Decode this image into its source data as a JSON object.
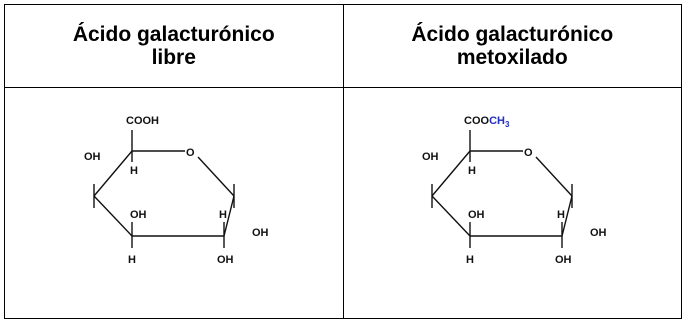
{
  "table": {
    "headers": [
      {
        "line1": "Ácido galacturónico",
        "line2": "libre"
      },
      {
        "line1": "Ácido galacturónico",
        "line2": "metoxilado"
      }
    ]
  },
  "structures": [
    {
      "substituent": {
        "prefix": "COOH",
        "ch": "",
        "sub": ""
      },
      "atoms": {
        "ring_o": "O",
        "oh_left": "OH",
        "h_c5": "H",
        "oh_c3": "OH",
        "h_c2": "H",
        "oh_right": "OH",
        "h_bottom": "H",
        "oh_bottom": "OH"
      }
    },
    {
      "substituent": {
        "prefix": "COO",
        "ch": "CH",
        "sub": "3"
      },
      "atoms": {
        "ring_o": "O",
        "oh_left": "OH",
        "h_c5": "H",
        "oh_c3": "OH",
        "h_c2": "H",
        "oh_right": "OH",
        "h_bottom": "H",
        "oh_bottom": "OH"
      }
    }
  ],
  "colors": {
    "methyl_highlight": "#1f2fbf",
    "text": "#111111",
    "border": "#000000"
  }
}
